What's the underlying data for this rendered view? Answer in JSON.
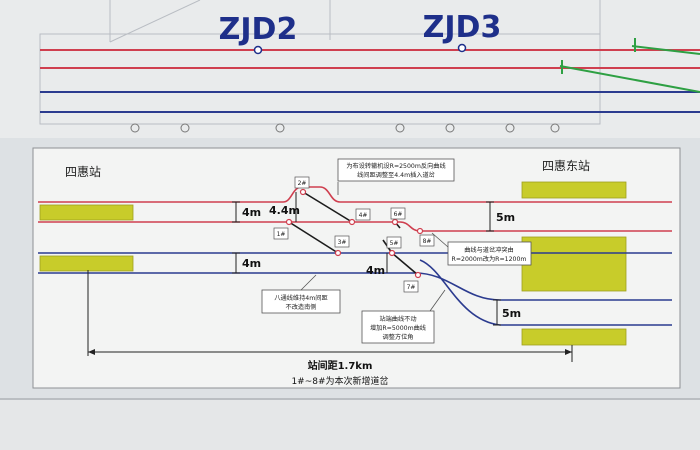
{
  "top_labels": {
    "zjd2": "ZJD2",
    "zjd3": "ZJD3"
  },
  "stations": {
    "left": "四惠站",
    "right": "四惠东站"
  },
  "dims": {
    "left_top": "4m",
    "left_mid": "4.4m",
    "left_bottom": "4m",
    "center": "4m",
    "right_top": "5m",
    "right_bottom": "5m"
  },
  "turnouts": {
    "t1": "1#",
    "t2": "2#",
    "t3": "3#",
    "t4": "4#",
    "t5": "5#",
    "t6": "6#",
    "t7": "7#",
    "t8": "8#"
  },
  "notes": {
    "top_1": "为布设转辙机设R=2500m反向曲线",
    "top_2": "线间距调整至4.4m插入道岔",
    "right_1": "曲线与道岔冲突由",
    "right_2": "R=2000m改为R=1200m",
    "left_1": "八通线维持4m间距",
    "left_2": "不改造南侧",
    "bottom_1": "站端曲线不动",
    "bottom_2": "增加R=5000m曲线",
    "bottom_3": "调整方位角"
  },
  "distance_label": "站间距1.7km",
  "footnote": "1#~8#为本次新增道岔",
  "colors": {
    "red_track": "#cf3f4f",
    "blue_track": "#2b3b8f",
    "platform": "#c8cc2a",
    "board": "#f3f4f3",
    "title_blue": "#1e2f8a",
    "switch_line": "#1c1c1c"
  }
}
